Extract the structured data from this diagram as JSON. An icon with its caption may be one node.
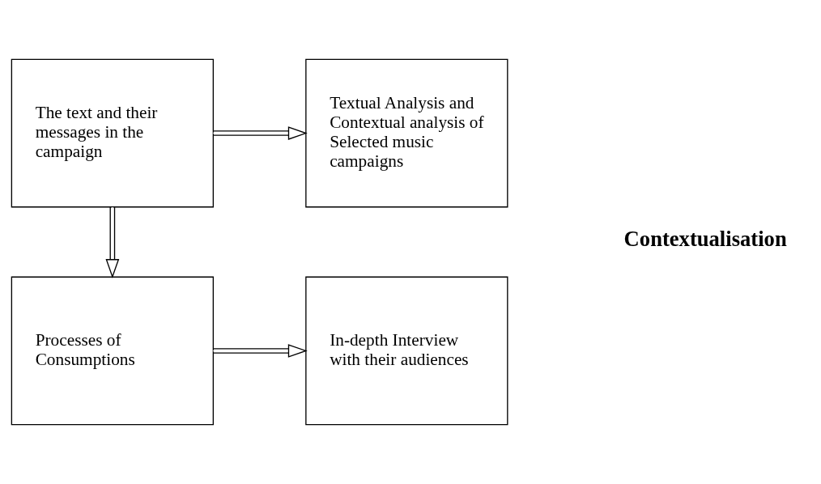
{
  "diagram": {
    "nodes": [
      {
        "text": [
          "The text and their messages in the campaign"
        ]
      },
      {
        "text": [
          "Textual Analysis and Contextual analysis of Selected music campaigns"
        ]
      },
      {
        "text": [
          "Processes of Consumptions"
        ]
      },
      {
        "text": [
          "In-depth Interview with their audiences"
        ]
      }
    ],
    "edges": [
      {
        "from": 0,
        "to": 1,
        "arrow": "to"
      },
      {
        "from": 0,
        "to": 2,
        "arrow": "to"
      },
      {
        "from": 2,
        "to": 3,
        "arrow": "to"
      }
    ],
    "labels": [
      "Contextualisation"
    ]
  }
}
